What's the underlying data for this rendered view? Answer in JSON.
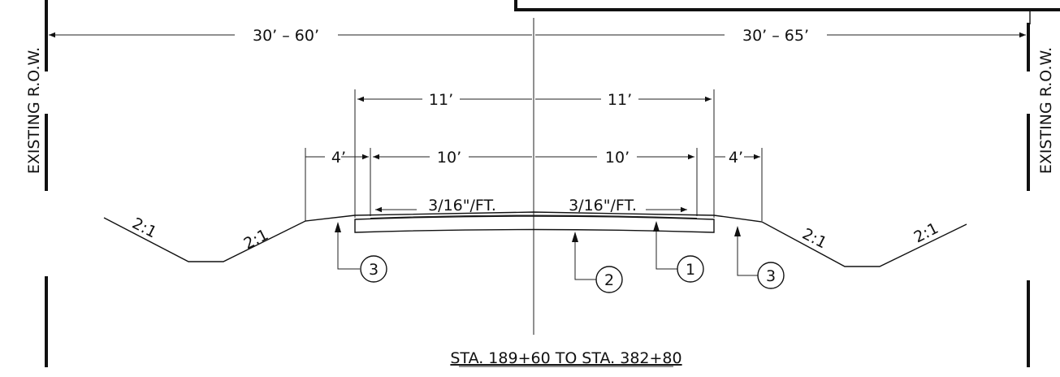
{
  "row_label_left": "EXISTING R.O.W.",
  "row_label_right": "EXISTING R.O.W.",
  "dims": {
    "row_left": "30’ – 60’",
    "row_right": "30’ – 65’",
    "lane_left": "11’",
    "lane_right": "11’",
    "shoulder_left": "4’",
    "shoulder_right": "4’",
    "pave_left": "10’",
    "pave_right": "10’"
  },
  "slopes": {
    "cross_left": "3/16\"/FT.",
    "cross_right": "3/16\"/FT.",
    "ratio_1": "2:1",
    "ratio_2": "2:1",
    "ratio_3": "2:1",
    "ratio_4": "2:1"
  },
  "callouts": [
    "3",
    "2",
    "1",
    "3"
  ],
  "station_range": "STA. 189+60 TO STA. 382+80",
  "colors": {
    "ink": "#111111",
    "paper": "#ffffff"
  }
}
